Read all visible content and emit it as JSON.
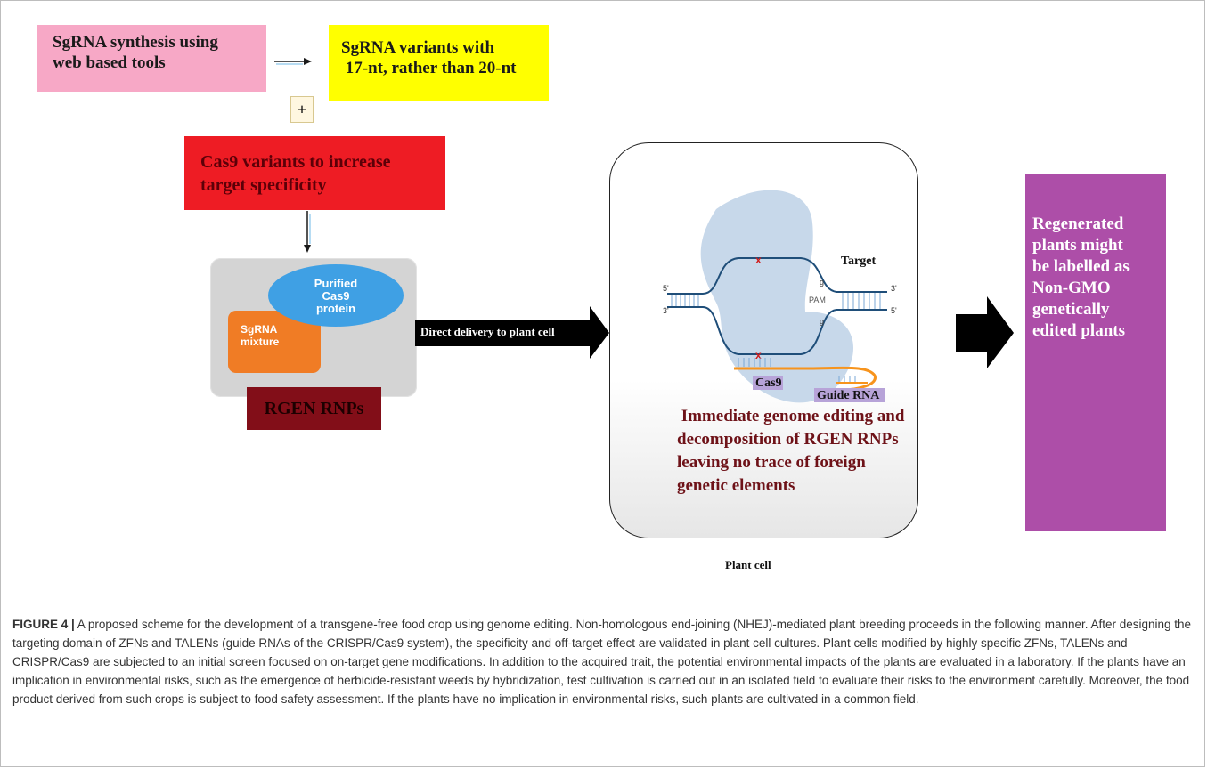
{
  "diagram": {
    "sgrna_synthesis": [
      "SgRNA synthesis using",
      "web based tools"
    ],
    "sgrna_variants": [
      "SgRNA variants with",
      " 17-nt, rather than 20-nt"
    ],
    "plus": "+",
    "cas9_variants": [
      "Cas9 variants to increase",
      "target specificity"
    ],
    "purified_cas9": [
      "Purified",
      "Cas9",
      "protein"
    ],
    "sgrna_mixture": [
      "SgRNA",
      "mixture"
    ],
    "rgen_rnps": "RGEN RNPs",
    "direct_delivery": "Direct delivery to plant cell",
    "dna": {
      "target": "Target",
      "pam": "PAM",
      "cas9": "Cas9",
      "guide_rna": "Guide RNA",
      "five_prime": "5'",
      "three_prime": "3'"
    },
    "cell_caption": [
      " Immediate genome editing and",
      "decomposition of RGEN RNPs",
      "leaving no trace of foreign",
      "genetic elements"
    ],
    "plant_cell": "Plant cell",
    "regenerated": [
      "Regenerated",
      "plants might",
      "be labelled as",
      "Non-GMO",
      "genetically",
      "edited plants"
    ]
  },
  "caption": {
    "label": "FIGURE 4 |",
    "text": " A proposed scheme for the development of a transgene-free food crop using genome editing. Non-homologous end-joining (NHEJ)-mediated plant breeding proceeds in the following manner. After designing the targeting domain of ZFNs and TALENs (guide RNAs of the CRISPR/Cas9 system), the specificity and off-target effect are validated in plant cell cultures. Plant cells modified by highly specific ZFNs, TALENs and CRISPR/Cas9 are subjected to an initial screen focused on on-target gene modifications. In addition to the acquired trait, the potential environmental impacts of the plants are evaluated in a laboratory. If the plants have an implication in environmental risks, such as the emergence of herbicide-resistant weeds by hybridization, test cultivation is carried out in an isolated field to evaluate their risks to the environment carefully. Moreover, the food product derived from such crops is subject to food safety assessment. If the plants have no implication in environmental risks, such plants are cultivated in a common field."
  },
  "colors": {
    "pink": "#f7a8c6",
    "yellow": "#ffff00",
    "red": "#ee1c24",
    "orange": "#f07c25",
    "blue": "#3fa0e4",
    "maroon": "#820e18",
    "purple": "#ad4ea8"
  }
}
